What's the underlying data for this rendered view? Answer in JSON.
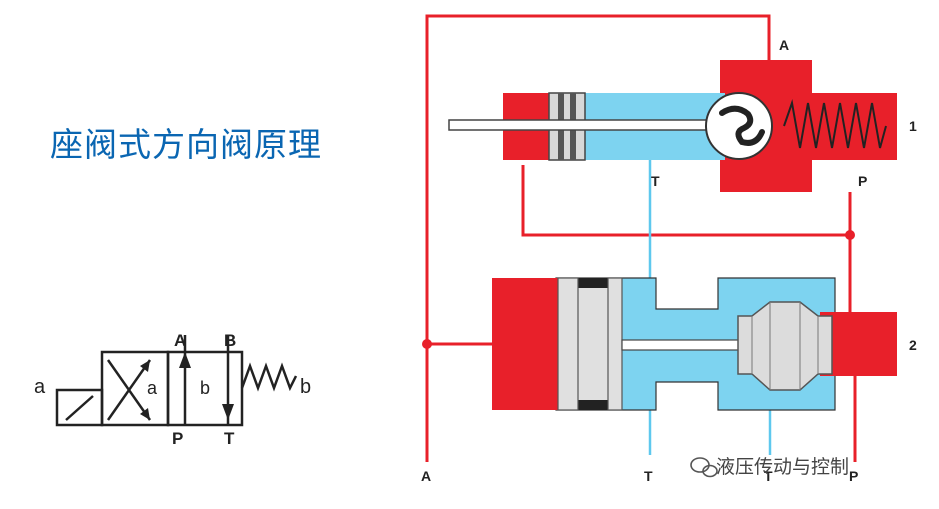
{
  "title": "座阀式方向阀原理",
  "symbol": {
    "port_a_top": "A",
    "port_b_top": "B",
    "port_p_bottom": "P",
    "port_t_bottom": "T",
    "label_a_left": "a",
    "label_a_box": "a",
    "label_b_box": "b",
    "label_b_right": "b"
  },
  "valve_diagram": {
    "port_a_top": "A",
    "label_1": "1",
    "port_t_upper": "T",
    "port_p_upper": "P",
    "label_2": "2",
    "port_a_bottom": "A",
    "port_t_bottom": "T",
    "port_t_bottom2": "T",
    "port_p_bottom": "P"
  },
  "colors": {
    "red": "#e8202a",
    "blue": "#7dd3f0",
    "line_blue": "#5ec8ee",
    "title_blue": "#0a66b2"
  },
  "watermark": "液压传动与控制"
}
